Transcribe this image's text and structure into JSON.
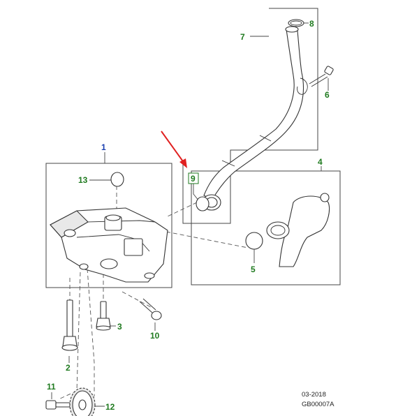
{
  "callouts": {
    "c1": "1",
    "c2": "2",
    "c3": "3",
    "c4": "4",
    "c5": "5",
    "c6": "6",
    "c7": "7",
    "c8": "8",
    "c9": "9",
    "c10": "10",
    "c11": "11",
    "c12": "12",
    "c13": "13"
  },
  "footer": {
    "date": "03-2018",
    "code": "GB00007A"
  },
  "colors": {
    "callout_green": "#1f7a1f",
    "callout_blue": "#1a3fb0",
    "highlight_arrow": "#e02020",
    "line": "#333333"
  }
}
